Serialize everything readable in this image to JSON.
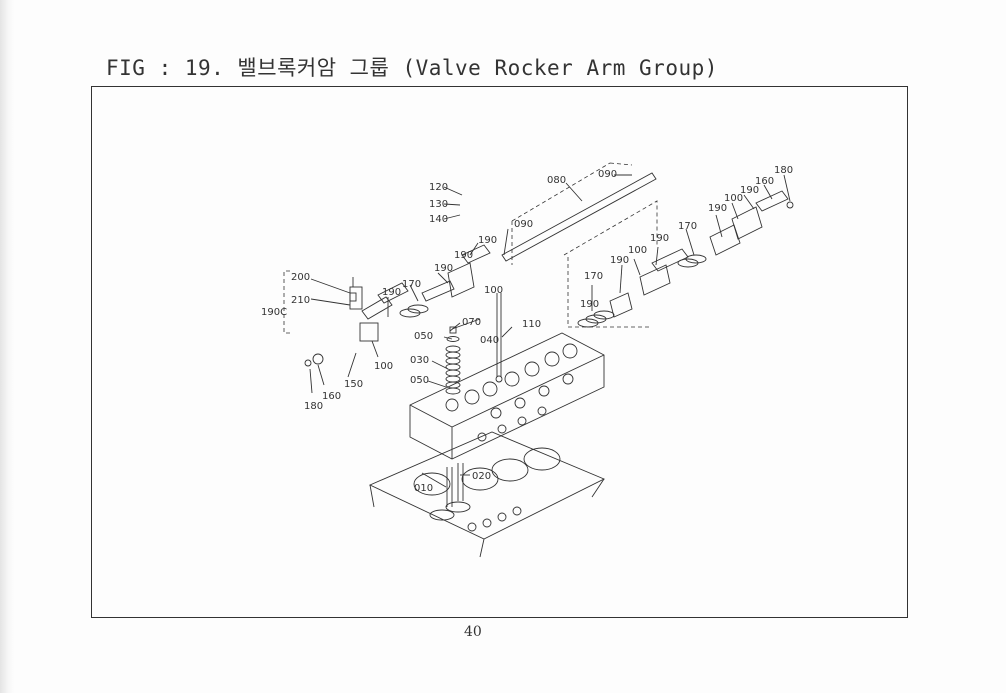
{
  "figure": {
    "title": "FIG : 19. 밸브록커암 그룹 (Valve Rocker Arm Group)",
    "page_number": "40"
  },
  "callouts": {
    "c010": "010",
    "c020": "020",
    "c030": "030",
    "c040": "040",
    "c050a": "050",
    "c050b": "050",
    "c070": "070",
    "c080": "080",
    "c090a": "090",
    "c090b": "090",
    "c100a": "100",
    "c100b": "100",
    "c100c": "100",
    "c100d": "100",
    "c110": "110",
    "c120": "120",
    "c130": "130",
    "c140": "140",
    "c150": "150",
    "c160a": "160",
    "c160b": "160",
    "c170a": "170",
    "c170b": "170",
    "c170c": "170",
    "c180a": "180",
    "c180b": "180",
    "c190a": "190",
    "c190b": "190",
    "c190c": "190",
    "c190d": "190",
    "c190e": "190",
    "c190f": "190",
    "c190g": "190",
    "c190h": "190",
    "c190i": "190",
    "c200": "200",
    "c210": "210",
    "c190c_group": "190C"
  }
}
